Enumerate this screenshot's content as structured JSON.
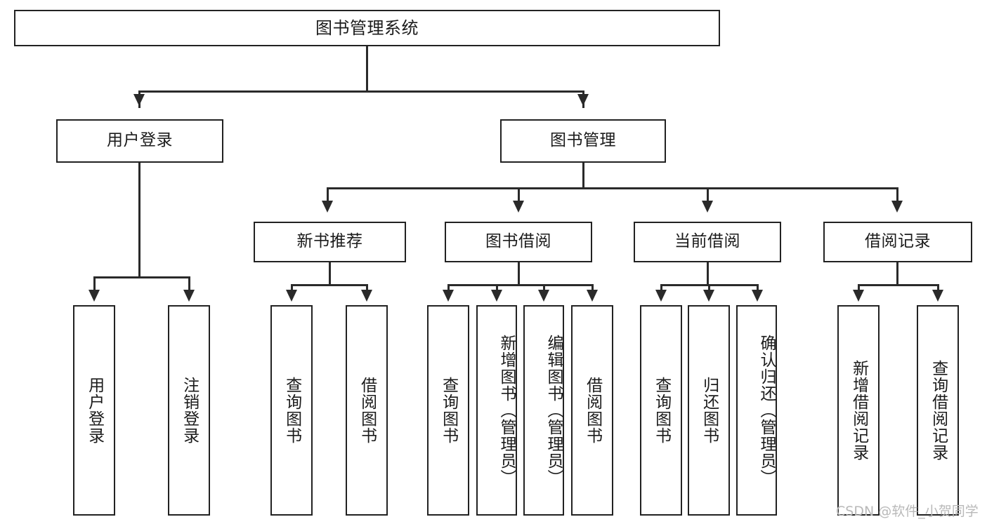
{
  "diagram": {
    "title": "图书管理系统",
    "type": "tree-hierarchy",
    "watermark": "CSDN @软件_小贺同学",
    "colors": {
      "stroke": "#222222",
      "fill": "#ffffff",
      "text": "#1b1b1b",
      "watermark": "#b9b9b9"
    },
    "levels": {
      "level1": [
        {
          "id": "root",
          "label": "图书管理系统"
        }
      ],
      "level2": [
        {
          "id": "user-login",
          "label": "用户登录"
        },
        {
          "id": "book-management",
          "label": "图书管理"
        }
      ],
      "level3": [
        {
          "id": "new-book-recommend",
          "label": "新书推荐"
        },
        {
          "id": "book-borrow",
          "label": "图书借阅"
        },
        {
          "id": "current-borrow",
          "label": "当前借阅"
        },
        {
          "id": "borrow-record",
          "label": "借阅记录"
        }
      ],
      "level4": [
        {
          "id": "leaf-user-login",
          "label": "用户登录",
          "parent": "user-login"
        },
        {
          "id": "leaf-user-logout",
          "label": "注销登录",
          "parent": "user-login"
        },
        {
          "id": "leaf-query-book-1",
          "label": "查询图书",
          "parent": "new-book-recommend"
        },
        {
          "id": "leaf-borrow-book-1",
          "label": "借阅图书",
          "parent": "new-book-recommend"
        },
        {
          "id": "leaf-query-book-2",
          "label": "查询图书",
          "parent": "book-borrow"
        },
        {
          "id": "leaf-add-book",
          "label": "新增图书（管理员）",
          "parent": "book-borrow"
        },
        {
          "id": "leaf-edit-book",
          "label": "编辑图书（管理员）",
          "parent": "book-borrow"
        },
        {
          "id": "leaf-borrow-book-2",
          "label": "借阅图书",
          "parent": "book-borrow"
        },
        {
          "id": "leaf-query-book-3",
          "label": "查询图书",
          "parent": "current-borrow"
        },
        {
          "id": "leaf-return-book",
          "label": "归还图书",
          "parent": "current-borrow"
        },
        {
          "id": "leaf-confirm-return",
          "label": "确认归还（管理员）",
          "parent": "current-borrow"
        },
        {
          "id": "leaf-add-record",
          "label": "新增借阅记录",
          "parent": "borrow-record"
        },
        {
          "id": "leaf-query-record",
          "label": "查询借阅记录",
          "parent": "borrow-record"
        }
      ]
    }
  }
}
